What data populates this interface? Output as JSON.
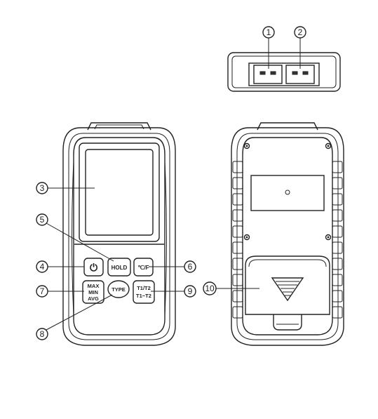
{
  "callouts": [
    "1",
    "2",
    "3",
    "4",
    "5",
    "6",
    "7",
    "8",
    "9",
    "10"
  ],
  "buttons": {
    "power": "⏻",
    "hold": "HOLD",
    "unit": "℃/F",
    "max": "MAX",
    "min": "MIN",
    "avg": "AVG",
    "type": "TYPE",
    "t1t2": "T1/T2",
    "t1minust2": "T1−T2"
  },
  "colors": {
    "line": "#222222",
    "background": "#ffffff"
  }
}
